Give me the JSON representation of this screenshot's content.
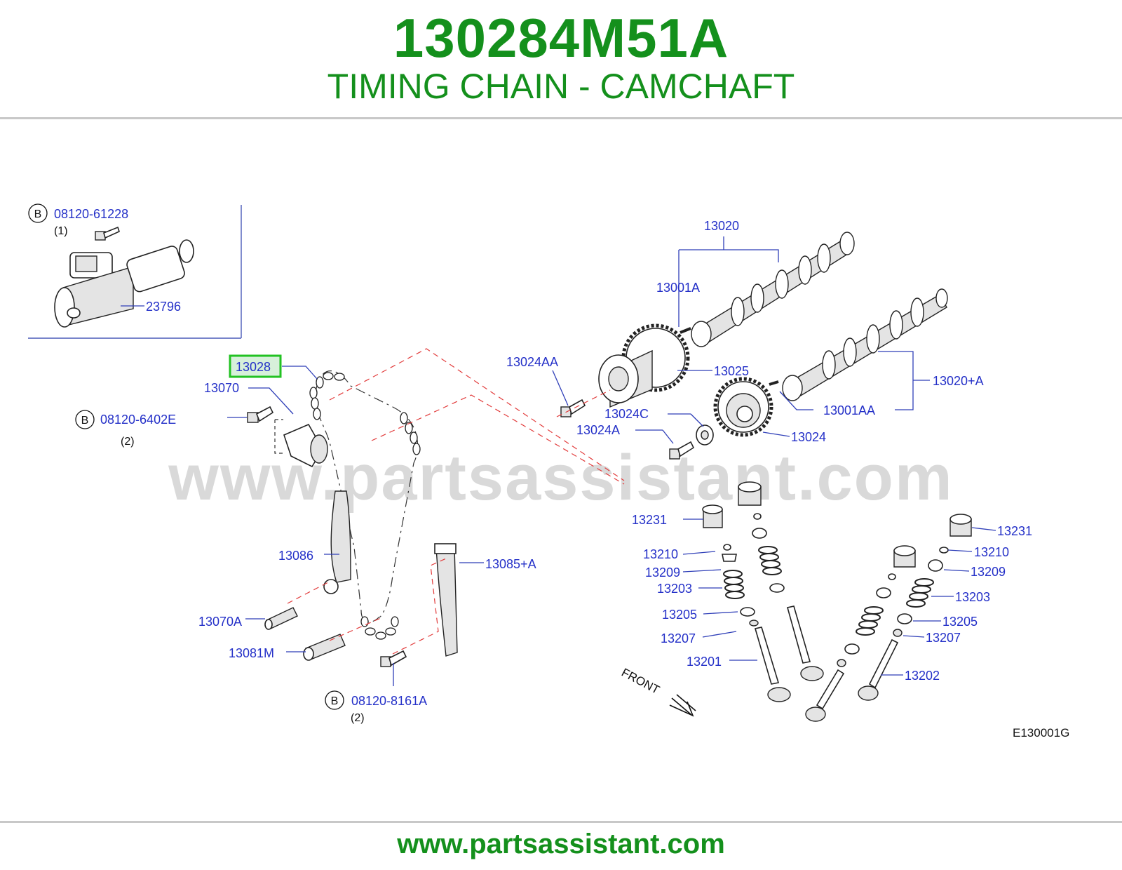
{
  "header": {
    "part_number": "130284M51A",
    "subtitle": "TIMING CHAIN - CAMCHAFT"
  },
  "watermark": "www.partsassistant.com",
  "footer": {
    "url": "www.partsassistant.com"
  },
  "diagram": {
    "code": "E130001G",
    "front_label": "FRONT",
    "bolt_marker": "B",
    "highlighted": "13028",
    "highlight_color": "#22c222",
    "labels": {
      "p23796": "23796",
      "p13020": "13020",
      "p13001A": "13001A",
      "p13024AA": "13024AA",
      "p13025": "13025",
      "p13028": "13028",
      "p13070": "13070",
      "p13024C": "13024C",
      "p13024A": "13024A",
      "p13024": "13024",
      "p13001AA": "13001AA",
      "p13020A": "13020+A",
      "p13231a": "13231",
      "p13210a": "13210",
      "p13209a": "13209",
      "p13203a": "13203",
      "p13205a": "13205",
      "p13207a": "13207",
      "p13201": "13201",
      "p13231b": "13231",
      "p13210b": "13210",
      "p13209b": "13209",
      "p13203b": "13203",
      "p13205b": "13205",
      "p13207b": "13207",
      "p13202": "13202",
      "p13086": "13086",
      "p13085A": "13085+A",
      "p13070A": "13070A",
      "p13081M": "13081M",
      "bolt1": "08120-61228",
      "bolt2": "08120-6402E",
      "bolt3": "08120-8161A"
    },
    "quantities": {
      "bolt1": "(1)",
      "bolt2": "(2)",
      "bolt3": "(2)"
    }
  }
}
